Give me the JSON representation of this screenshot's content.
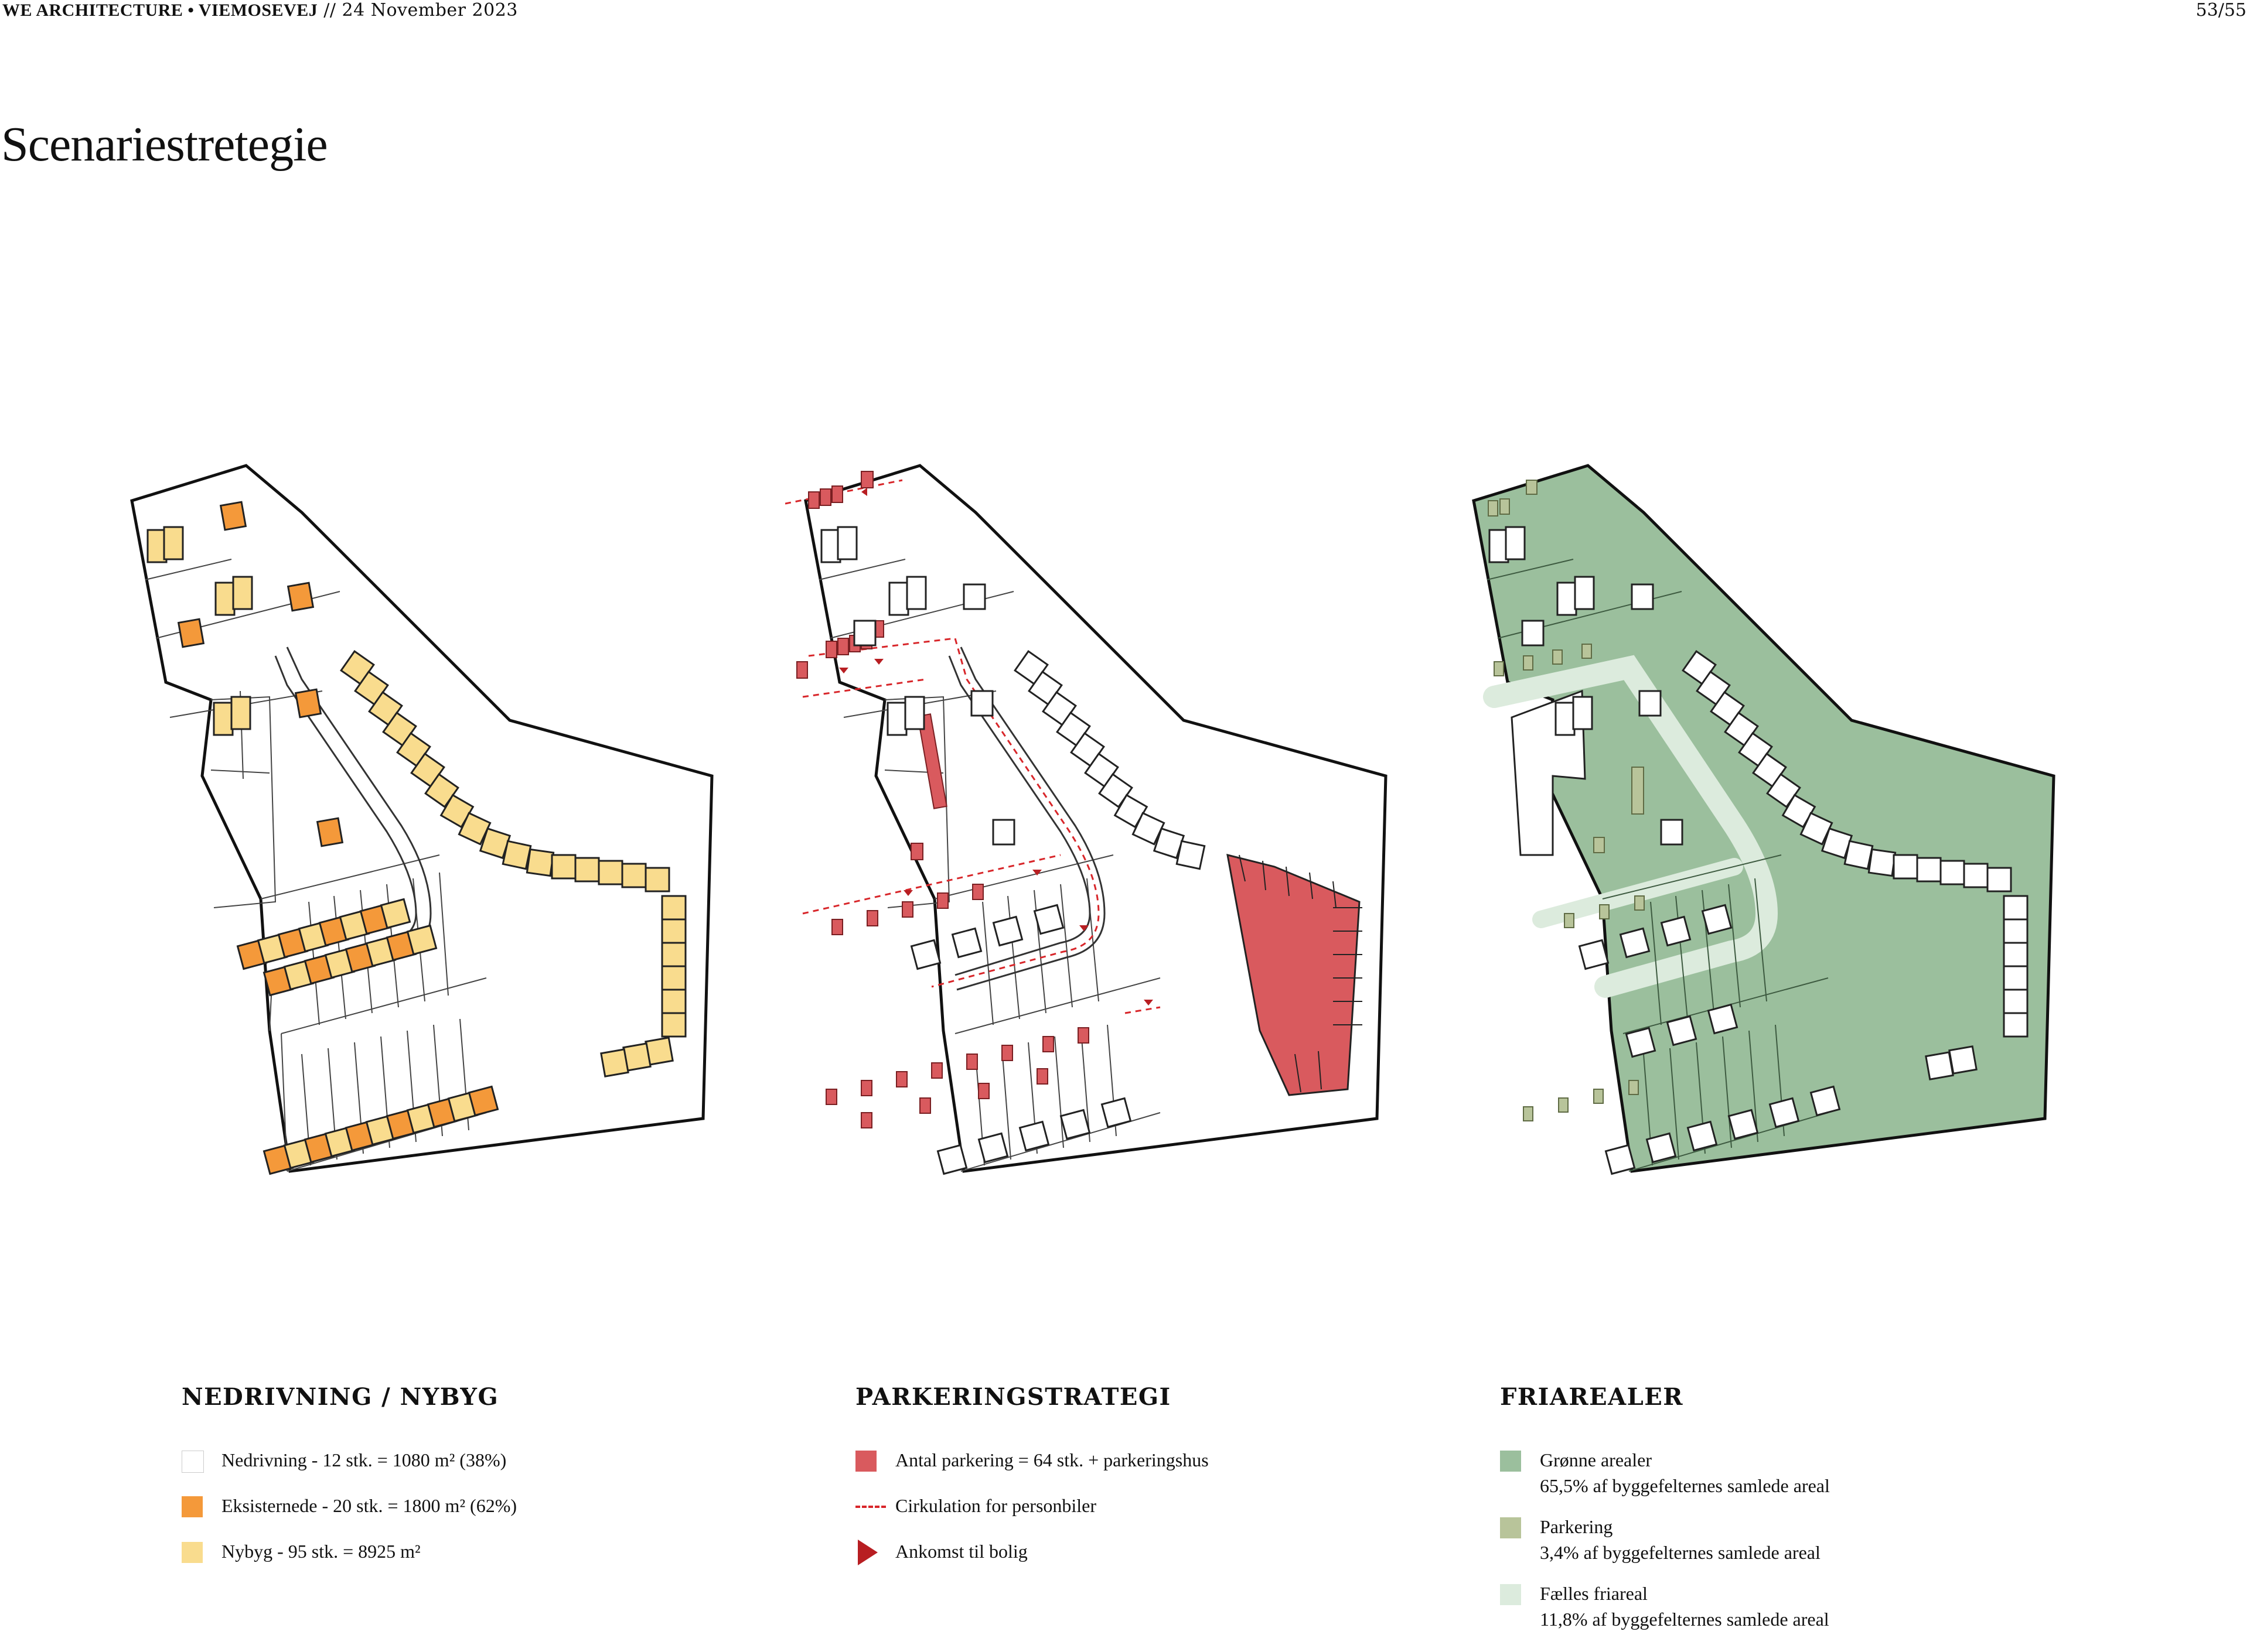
{
  "header": {
    "company": "WE ARCHITECTURE • VIEMOSEVEJ",
    "date": "// 24 November 2023",
    "page": "53/55"
  },
  "title": "Scenariestretegie",
  "colors": {
    "demolition": "#ffffff",
    "existing": "#f4993a",
    "new_build": "#f9dc8e",
    "parking": "#d95a5e",
    "circulation": "#d8262a",
    "arrival": "#b81e22",
    "green": "#9bbf9d",
    "parking_green": "#b8c49a",
    "shared": "#dcebdd"
  },
  "legends": [
    {
      "heading": "NEDRIVNING / NYBYG",
      "items": [
        {
          "label": "Nedrivning - 12 stk. = 1080 m² (38%)",
          "symbol": "swatch-white"
        },
        {
          "label": "Eksisternede - 20 stk. = 1800 m² (62%)",
          "symbol": "swatch-orange"
        },
        {
          "label": "Nybyg - 95 stk. = 8925 m²",
          "symbol": "swatch-yellow"
        }
      ]
    },
    {
      "heading": "PARKERINGSTRATEGI",
      "items": [
        {
          "label": "Antal parkering = 64 stk. + parkeringshus",
          "symbol": "swatch-red"
        },
        {
          "label": "Cirkulation for personbiler",
          "symbol": "dashed-line"
        },
        {
          "label": "Ankomst til bolig",
          "symbol": "arrow-triangle"
        }
      ]
    },
    {
      "heading": "FRIAREALER",
      "items": [
        {
          "label": "Grønne arealer",
          "sublabel": "65,5% af byggefelternes samlede areal",
          "symbol": "swatch-green"
        },
        {
          "label": "Parkering",
          "sublabel": "3,4% af byggefelternes samlede areal",
          "symbol": "swatch-olive"
        },
        {
          "label": "Fælles friareal",
          "sublabel": "11,8% af byggefelternes samlede areal",
          "symbol": "swatch-pale"
        }
      ]
    }
  ]
}
